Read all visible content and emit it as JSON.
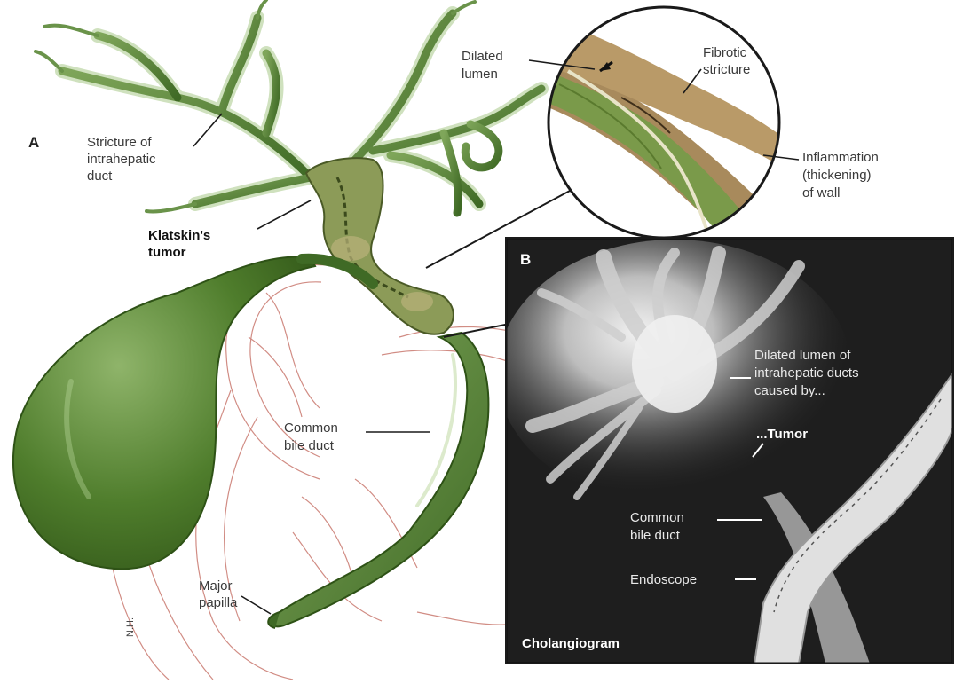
{
  "panel_a": {
    "letter": "A",
    "labels": {
      "stricture_intrahepatic": [
        "Stricture of",
        "intrahepatic",
        "duct"
      ],
      "klatskin_tumor": [
        "Klatskin's",
        "tumor"
      ],
      "common_bile_duct": [
        "Common",
        "bile duct"
      ],
      "major_papilla": [
        "Major",
        "papilla"
      ],
      "dilated_lumen": [
        "Dilated",
        "lumen"
      ],
      "fibrotic_stricture": [
        "Fibrotic",
        "stricture"
      ],
      "inflammation": [
        "Inflammation",
        "(thickening)",
        "of wall"
      ]
    },
    "signature": "N.H."
  },
  "panel_b": {
    "letter": "B",
    "title": "Cholangiogram",
    "labels": {
      "dilated_lumen": [
        "Dilated lumen of",
        "intrahepatic ducts",
        "caused by..."
      ],
      "tumor": "...Tumor",
      "common_bile_duct": [
        "Common",
        "bile duct"
      ],
      "endoscope": "Endoscope"
    }
  },
  "colors": {
    "duct_green": "#5e8a3a",
    "duct_dark": "#3f6a25",
    "duct_light": "#a9c98a",
    "wall_brown": "#a88a5c",
    "xray_dark": "#141414",
    "xray_light": "#e8e8e8",
    "duodenum_line": "#c9796f"
  },
  "icons": [
    "magnifier-circle",
    "leader-line",
    "arrow"
  ]
}
